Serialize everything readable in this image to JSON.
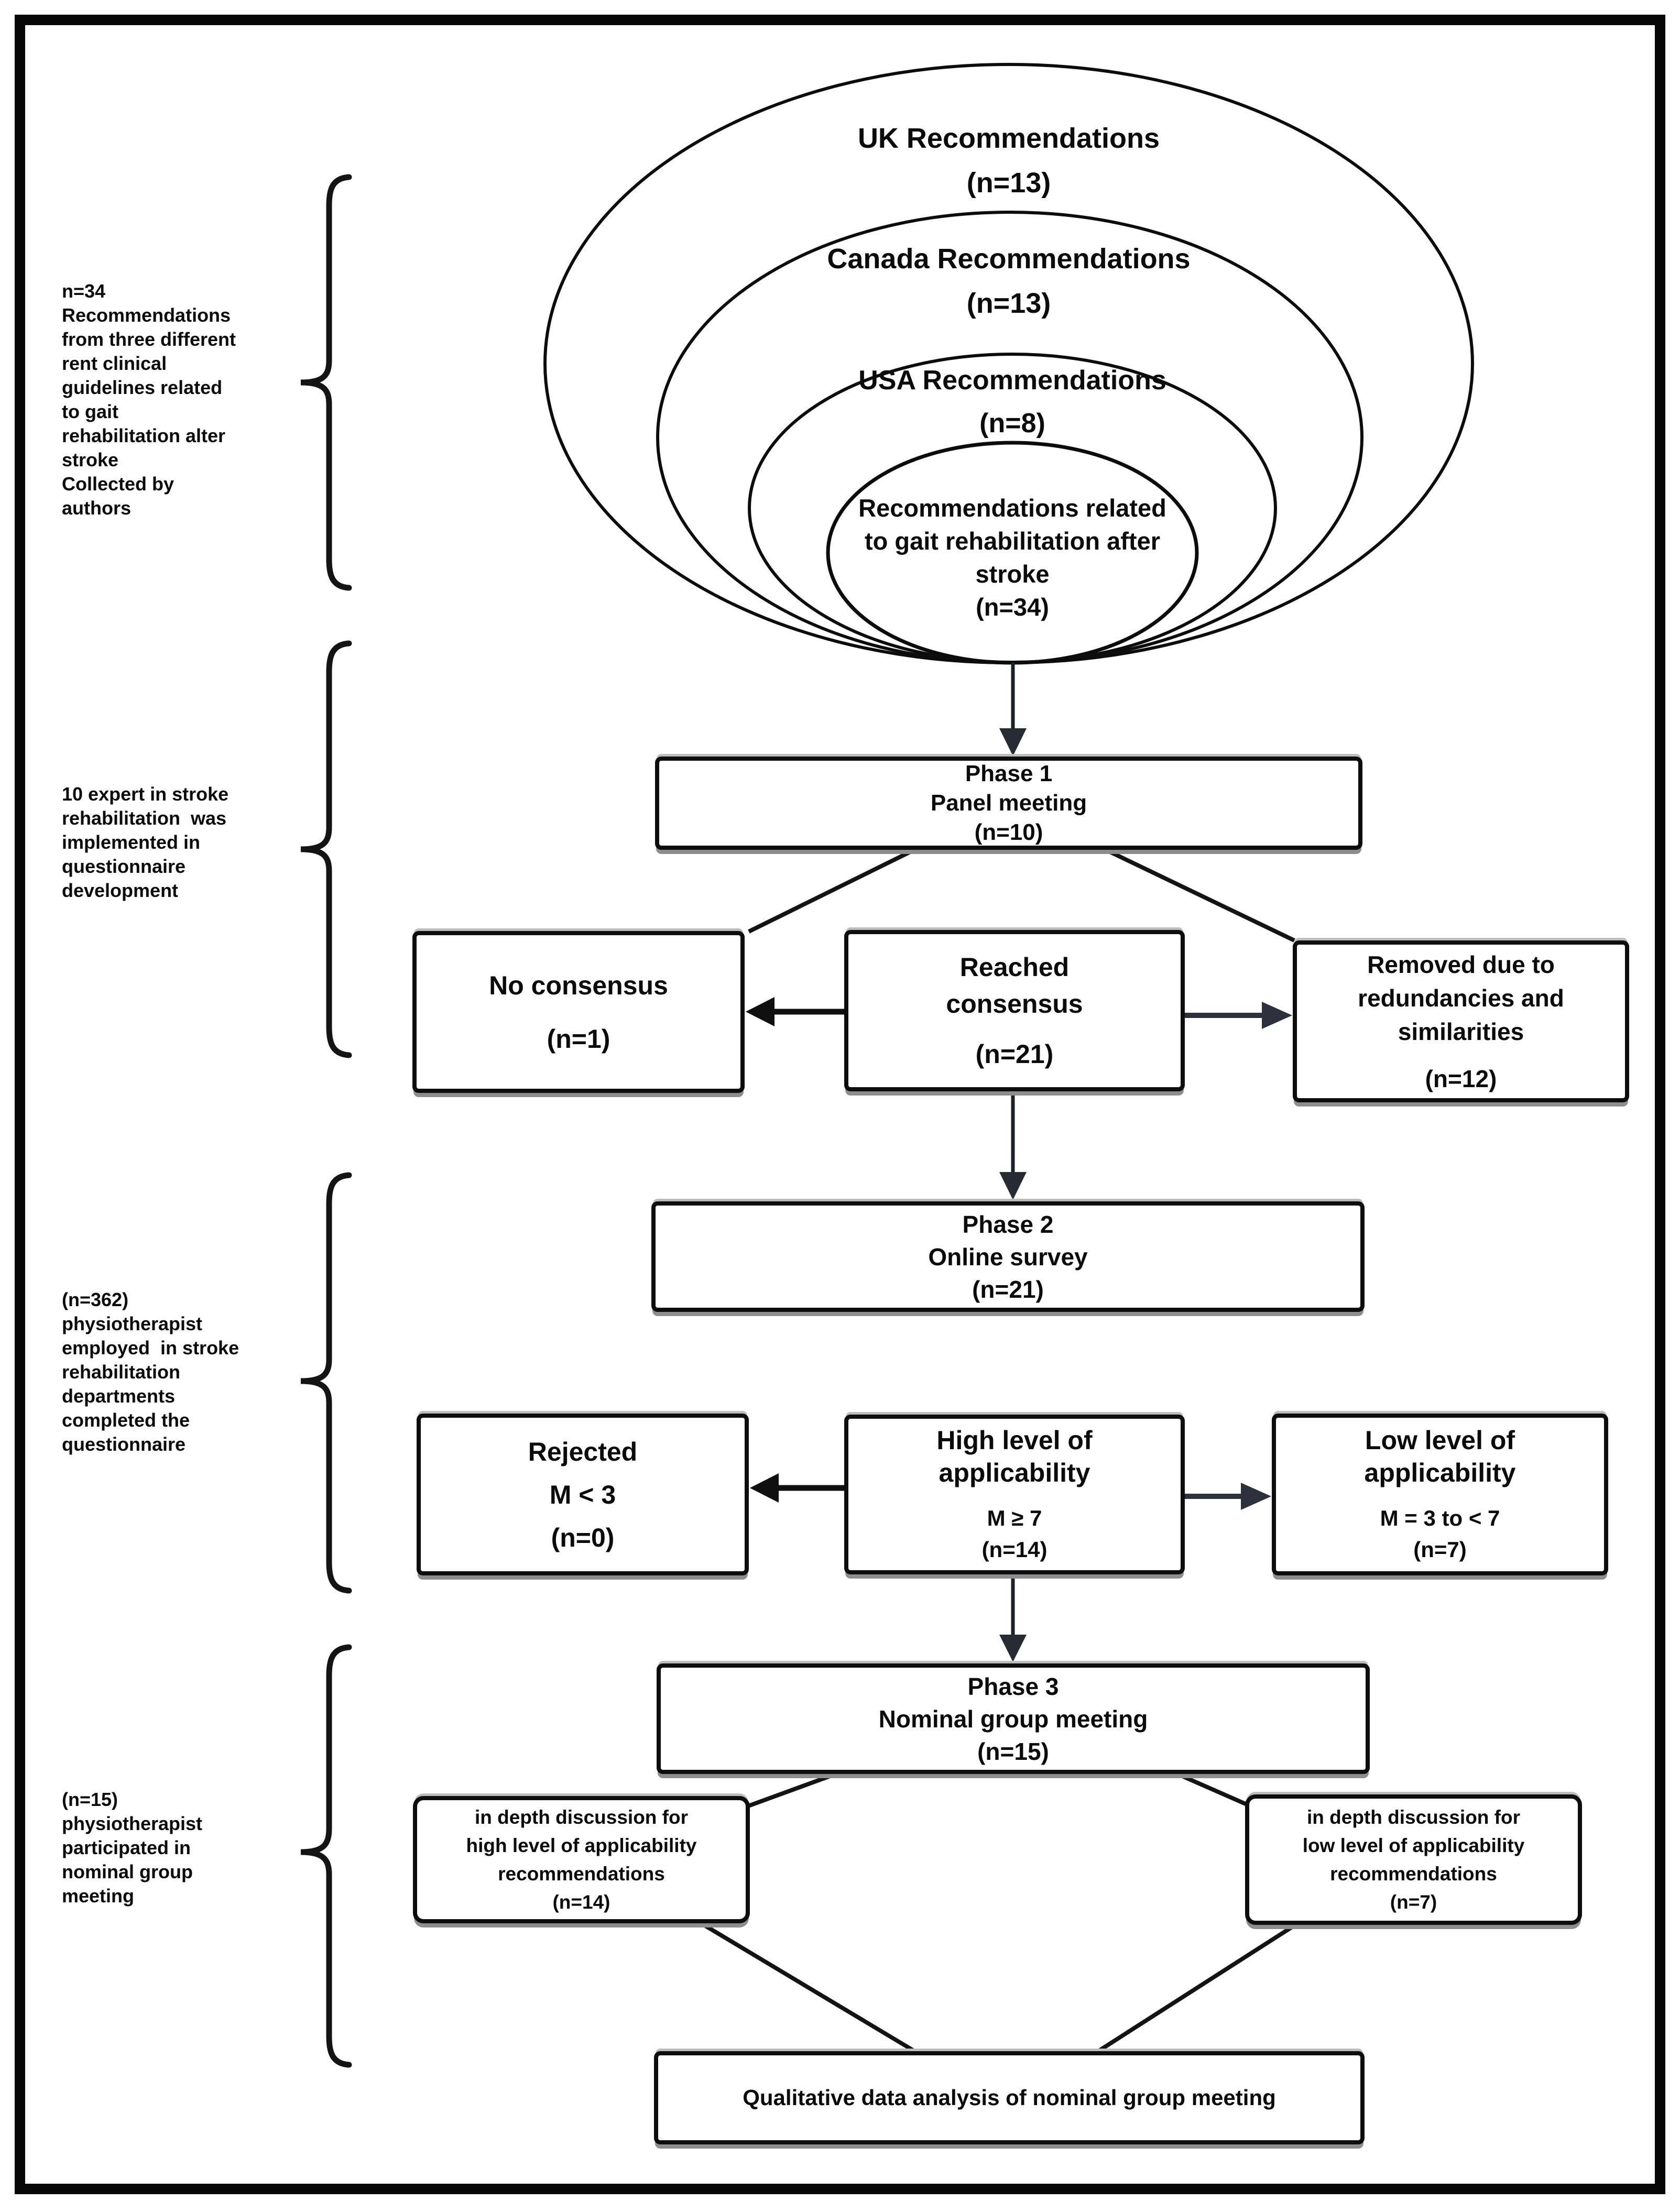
{
  "venn": {
    "uk": {
      "label": "UK Recommendations",
      "count": "(n=13)"
    },
    "canada": {
      "label": "Canada Recommendations",
      "count": "(n=13)"
    },
    "usa": {
      "label": "USA Recommendations",
      "count": "(n=8)"
    },
    "inner": {
      "line1": "Recommendations related",
      "line2": "to gait rehabilitation after",
      "line3": "stroke",
      "count": "(n=34)"
    }
  },
  "annotations": [
    {
      "lines": [
        "n=34",
        "Recommendations",
        "from three different",
        "rent clinical",
        "guidelines related",
        "to gait",
        "rehabilitation alter",
        "stroke",
        "Collected by",
        "authors"
      ]
    },
    {
      "lines": [
        "10 expert in stroke",
        "rehabilitation  was",
        "implemented in",
        "questionnaire",
        "development"
      ]
    },
    {
      "lines": [
        "(n=362)",
        "physiotherapist",
        "employed  in stroke",
        "rehabilitation",
        "departments",
        "completed the",
        "questionnaire"
      ]
    },
    {
      "lines": [
        "(n=15)",
        "physiotherapist",
        "participated in",
        "nominal group",
        "meeting"
      ]
    }
  ],
  "boxes": {
    "phase1": [
      "Phase 1",
      "Panel meeting",
      "(n=10)"
    ],
    "no_consensus": [
      "No consensus",
      "(n=1)"
    ],
    "reached": [
      "Reached",
      "consensus",
      "(n=21)"
    ],
    "removed": [
      "Removed due to",
      "redundancies and",
      "similarities",
      "(n=12)"
    ],
    "phase2": [
      "Phase 2",
      "Online survey",
      "(n=21)"
    ],
    "rejected": [
      "Rejected",
      "M < 3",
      "(n=0)"
    ],
    "high": [
      "High level of",
      "applicability",
      "M ≥ 7",
      "(n=14)"
    ],
    "low": [
      "Low level of",
      "applicability",
      "M = 3 to < 7",
      "(n=7)"
    ],
    "phase3": [
      "Phase 3",
      "Nominal group meeting",
      "(n=15)"
    ],
    "depth_high": [
      "in depth discussion for",
      "high level of applicability",
      "recommendations",
      "(n=14)"
    ],
    "depth_low": [
      "in depth discussion for",
      "low level of applicability",
      "recommendations",
      "(n=7)"
    ],
    "qualitative": [
      "Qualitative data analysis of nominal group meeting"
    ]
  },
  "colors": {
    "line": "#141414",
    "arrow_slate": "#2c313c",
    "arrow_dark": "#101010",
    "shadow": "#8d8d8d"
  }
}
